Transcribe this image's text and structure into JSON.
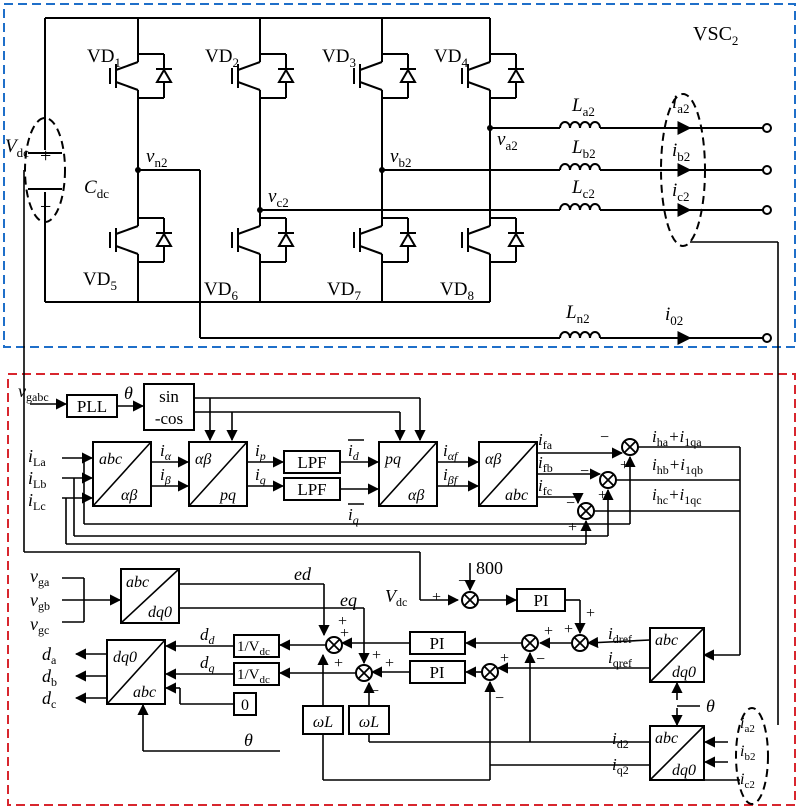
{
  "vsc_label": "VSC",
  "vsc_sub": "2",
  "colors": {
    "top_border": "#1f6fc9",
    "bottom_border": "#d8262e"
  },
  "dc": {
    "vdc": "V",
    "vdc_sub": "dc",
    "cdc": "C",
    "cdc_sub": "dc",
    "plus": "+",
    "minus": "−"
  },
  "switches": [
    {
      "name": "VD",
      "sub": "1"
    },
    {
      "name": "VD",
      "sub": "2"
    },
    {
      "name": "VD",
      "sub": "3"
    },
    {
      "name": "VD",
      "sub": "4"
    },
    {
      "name": "VD",
      "sub": "5"
    },
    {
      "name": "VD",
      "sub": "6"
    },
    {
      "name": "VD",
      "sub": "7"
    },
    {
      "name": "VD",
      "sub": "8"
    }
  ],
  "nodes": {
    "vn2": {
      "t": "v",
      "s": "n2"
    },
    "vc2": {
      "t": "v",
      "s": "c2"
    },
    "vb2": {
      "t": "v",
      "s": "b2"
    },
    "va2": {
      "t": "v",
      "s": "a2"
    }
  },
  "inductors": [
    {
      "t": "L",
      "s": "a2"
    },
    {
      "t": "L",
      "s": "b2"
    },
    {
      "t": "L",
      "s": "c2"
    },
    {
      "t": "L",
      "s": "n2"
    }
  ],
  "currents_out": [
    {
      "t": "i",
      "s": "a2"
    },
    {
      "t": "i",
      "s": "b2"
    },
    {
      "t": "i",
      "s": "c2"
    },
    {
      "t": "i",
      "s": "02"
    }
  ],
  "control": {
    "vgabc": {
      "t": "v",
      "s": "gabc"
    },
    "pll": "PLL",
    "theta": "θ",
    "sincos_1": "sin",
    "sincos_2": "-cos",
    "iLa": {
      "t": "i",
      "s": "La"
    },
    "iLb": {
      "t": "i",
      "s": "Lb"
    },
    "iLc": {
      "t": "i",
      "s": "Lc"
    },
    "abc_ab": {
      "a": "abc",
      "b": "αβ"
    },
    "ab_pq": {
      "a": "αβ",
      "b": "pq"
    },
    "pq_ab": {
      "a": "pq",
      "b": "αβ"
    },
    "ab_abc": {
      "a": "αβ",
      "b": "abc"
    },
    "ialpha": {
      "t": "i",
      "s": "α"
    },
    "ibeta": {
      "t": "i",
      "s": "β"
    },
    "ip": {
      "t": "i",
      "s": "p"
    },
    "iq": {
      "t": "i",
      "s": "q"
    },
    "lpf": "LPF",
    "id_bar": {
      "t": "i",
      "s": "d"
    },
    "iq_bar": {
      "t": "i",
      "s": "q"
    },
    "iaf": {
      "t": "i",
      "s": "αf"
    },
    "ibf": {
      "t": "i",
      "s": "βf"
    },
    "ifa": {
      "t": "i",
      "s": "fa"
    },
    "ifb": {
      "t": "i",
      "s": "fb"
    },
    "ifc": {
      "t": "i",
      "s": "fc"
    },
    "iha": {
      "t1": "i",
      "s1": "ha",
      "t2": "+i",
      "s2": "1qa"
    },
    "ihb": {
      "t1": "i",
      "s1": "hb",
      "t2": "+i",
      "s2": "1qb"
    },
    "ihc": {
      "t1": "i",
      "s1": "hc",
      "t2": "+i",
      "s2": "1qc"
    },
    "v800": "800",
    "vdc_ctrl": {
      "t": "V",
      "s": "dc"
    },
    "pi": "PI",
    "vga": {
      "t": "v",
      "s": "ga"
    },
    "vgb": {
      "t": "v",
      "s": "gb"
    },
    "vgc": {
      "t": "v",
      "s": "gc"
    },
    "abc_dq0": {
      "a": "abc",
      "b": "dq0"
    },
    "dq0_abc": {
      "a": "dq0",
      "b": "abc"
    },
    "ed": "ed",
    "eq": "eq",
    "dd": {
      "t": "d",
      "s": "d"
    },
    "dq": {
      "t": "d",
      "s": "q"
    },
    "inv_vdc": {
      "t": "1/V",
      "s": "dc"
    },
    "zero": "0",
    "da": {
      "t": "d",
      "s": "a"
    },
    "db": {
      "t": "d",
      "s": "b"
    },
    "dc": {
      "t": "d",
      "s": "c"
    },
    "omegaL": "ωL",
    "idref": {
      "t": "i",
      "s": "dref"
    },
    "iqref": {
      "t": "i",
      "s": "qref"
    },
    "id2": {
      "t": "i",
      "s": "d2"
    },
    "iq2": {
      "t": "i",
      "s": "q2"
    },
    "ia2": {
      "t": "i",
      "s": "a2"
    },
    "ib2": {
      "t": "i",
      "s": "b2"
    },
    "ic2": {
      "t": "i",
      "s": "c2"
    }
  }
}
